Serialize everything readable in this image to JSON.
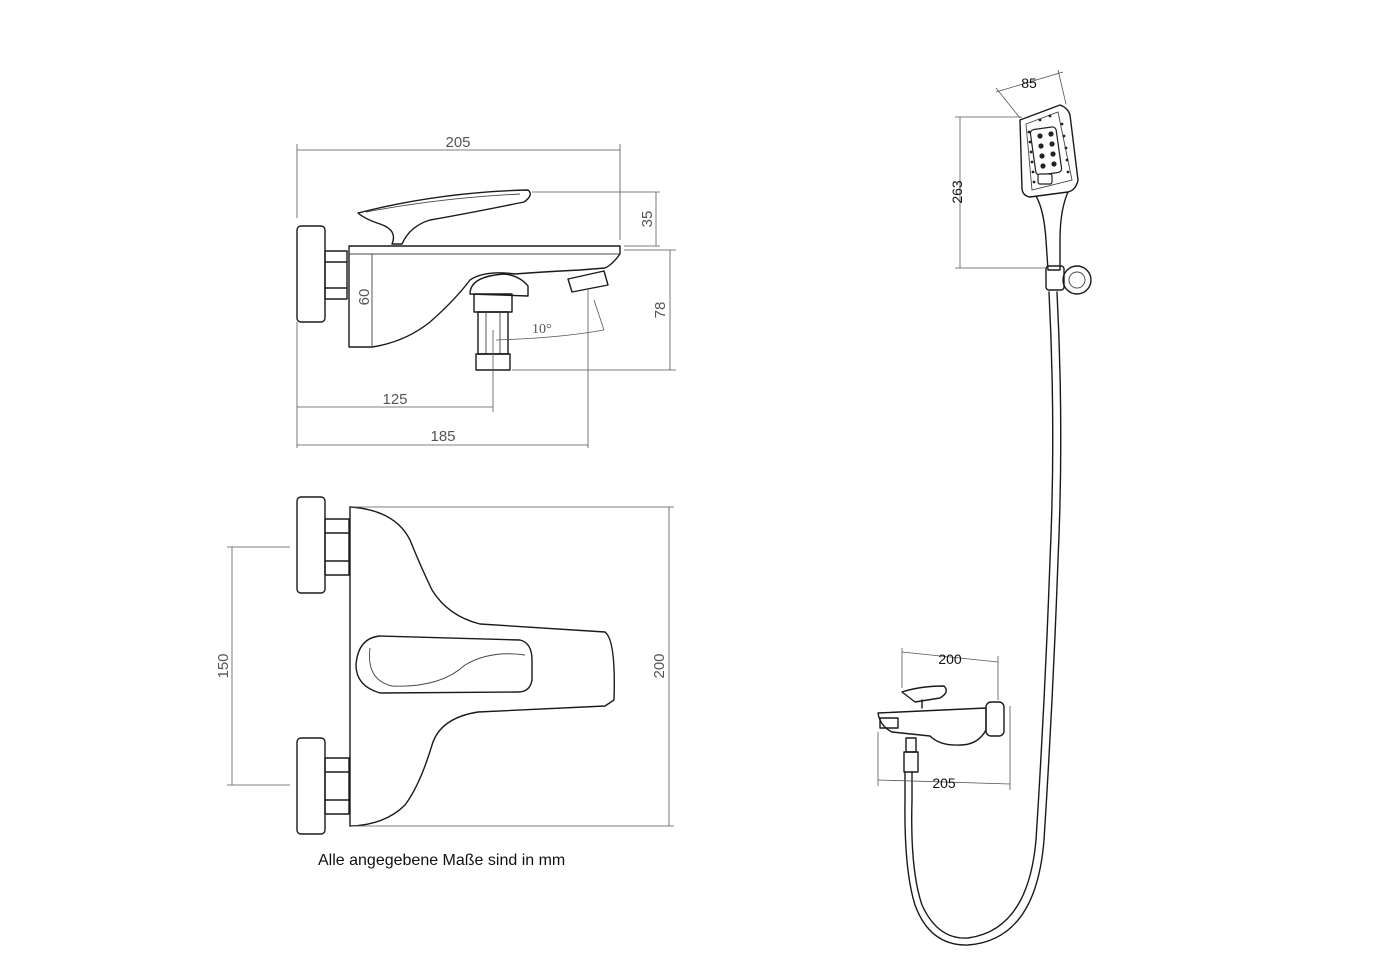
{
  "side_view": {
    "dim_width_total": "205",
    "dim_lever_height": "35",
    "dim_body_height": "60",
    "dim_outlet_height": "78",
    "dim_angle": "10°",
    "dim_outlet_distance": "125",
    "dim_spout_length": "185"
  },
  "top_view": {
    "dim_connection_spacing": "150",
    "dim_depth": "200"
  },
  "shower_set": {
    "dim_head_width": "85",
    "dim_handset_length": "263",
    "dim_mixer_width": "200",
    "dim_mixer_total": "205"
  },
  "footnote": "Alle angegebene Maße sind in mm"
}
